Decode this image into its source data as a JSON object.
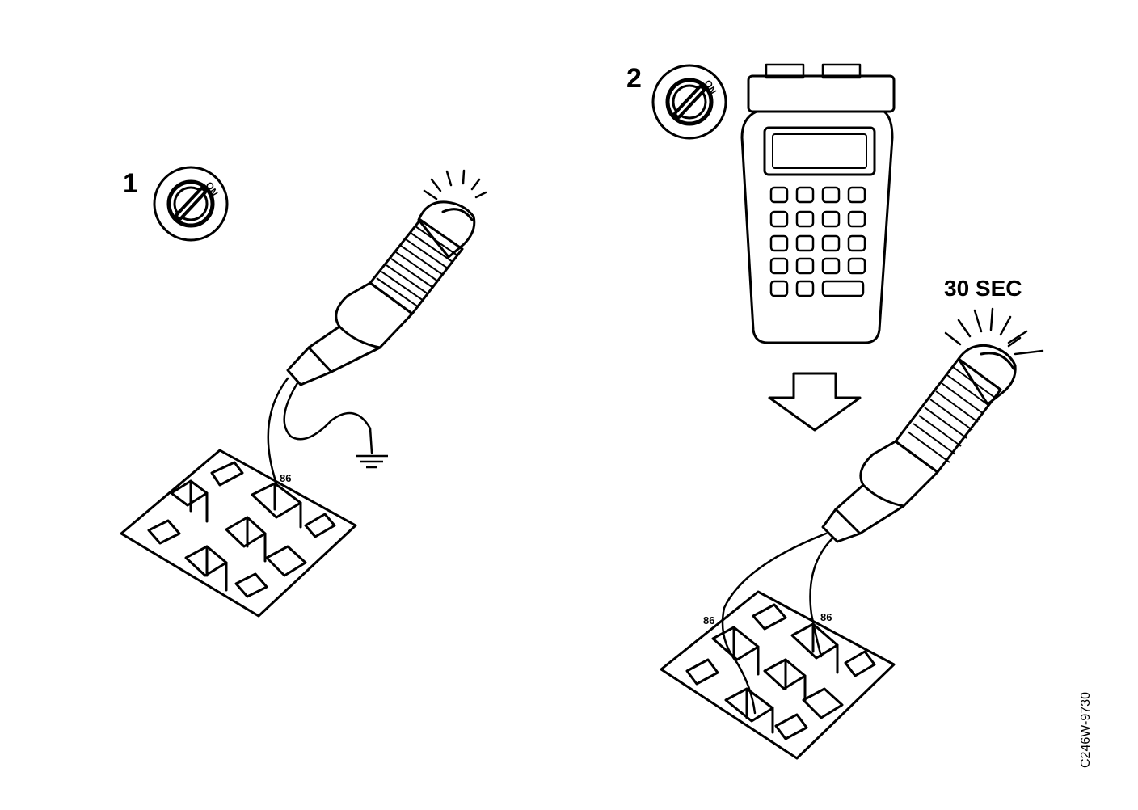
{
  "steps": [
    {
      "number": "1",
      "switch_label": "ON"
    },
    {
      "number": "2",
      "switch_label": "ON"
    }
  ],
  "timer_label": "30 SEC",
  "pins": {
    "step1_pin": "86",
    "step2_left_pin": "86",
    "step2_right_pin": "86"
  },
  "figure_code": "C246W-9730"
}
